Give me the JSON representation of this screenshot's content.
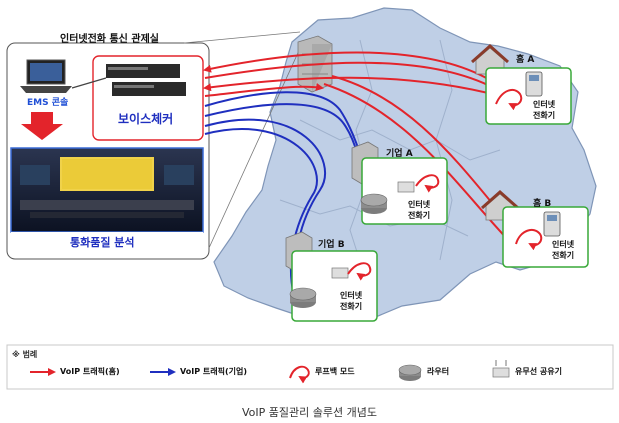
{
  "control_room": {
    "title": "인터넷전화 통신 관제실",
    "ems_label": "EMS 콘솔",
    "voice_checker_label": "보이스체커",
    "analysis_label": "통화품질 분석"
  },
  "sites": {
    "home_a": {
      "label": "홈 A",
      "phone_label_line1": "인터넷",
      "phone_label_line2": "전화기"
    },
    "home_b": {
      "label": "홈 B",
      "phone_label_line1": "인터넷",
      "phone_label_line2": "전화기"
    },
    "corp_a": {
      "label": "기업 A",
      "phone_label_line1": "인터넷",
      "phone_label_line2": "전화기"
    },
    "corp_b": {
      "label": "기업 B",
      "phone_label_line1": "인터넷",
      "phone_label_line2": "전화기"
    }
  },
  "legend": {
    "title": "※ 범례",
    "items": [
      {
        "label": "VoIP 트래픽(홈)",
        "icon": "red-arrow-icon",
        "color": "#e3242b"
      },
      {
        "label": "VoIP 트래픽(기업)",
        "icon": "blue-arrow-icon",
        "color": "#1f2fbf"
      },
      {
        "label": "루프백 모드",
        "icon": "loopback-icon",
        "color": "#e3242b"
      },
      {
        "label": "라우터",
        "icon": "router-icon",
        "color": "#666666"
      },
      {
        "label": "유무선 공유기",
        "icon": "wifi-router-icon",
        "color": "#888888"
      }
    ]
  },
  "caption": "VoIP 품질관리 솔루션 개념도",
  "colors": {
    "home_traffic": "#e3242b",
    "corp_traffic": "#1f2fbf",
    "site_frame": "#38a838",
    "map_fill": "#bfcfe6",
    "map_stroke": "#7f95b7"
  }
}
